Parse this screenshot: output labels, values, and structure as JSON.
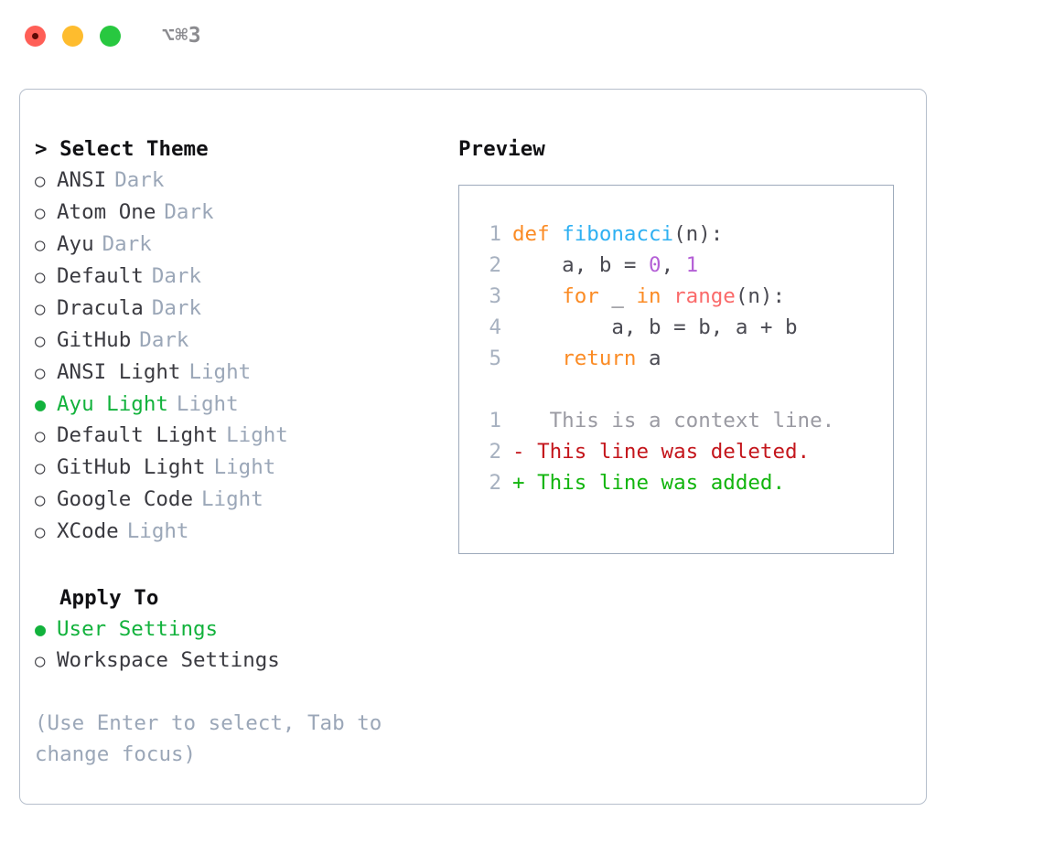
{
  "titlebar": {
    "shortcut": "⌥⌘3",
    "lights": [
      "close-red",
      "minimize-amber",
      "maximize-green"
    ]
  },
  "left": {
    "prompt_prefix": ">",
    "title": "Select Theme",
    "bullet_unselected": "○",
    "bullet_selected": "●",
    "themes": [
      {
        "name": "ANSI",
        "tag": "Dark",
        "selected": false
      },
      {
        "name": "Atom One",
        "tag": "Dark",
        "selected": false
      },
      {
        "name": "Ayu",
        "tag": "Dark",
        "selected": false
      },
      {
        "name": "Default",
        "tag": "Dark",
        "selected": false
      },
      {
        "name": "Dracula",
        "tag": "Dark",
        "selected": false
      },
      {
        "name": "GitHub",
        "tag": "Dark",
        "selected": false
      },
      {
        "name": "ANSI Light",
        "tag": "Light",
        "selected": false
      },
      {
        "name": "Ayu Light",
        "tag": "Light",
        "selected": true
      },
      {
        "name": "Default Light",
        "tag": "Light",
        "selected": false
      },
      {
        "name": "GitHub Light",
        "tag": "Light",
        "selected": false
      },
      {
        "name": "Google Code",
        "tag": "Light",
        "selected": false
      },
      {
        "name": "XCode",
        "tag": "Light",
        "selected": false
      }
    ],
    "apply_to_title": "Apply To",
    "apply_to": [
      {
        "name": "User Settings",
        "selected": true
      },
      {
        "name": "Workspace Settings",
        "selected": false
      }
    ],
    "hint": "(Use Enter to select, Tab to change focus)"
  },
  "right": {
    "title": "Preview",
    "code": [
      {
        "ln": "1",
        "tokens": [
          {
            "t": "def ",
            "c": "kw"
          },
          {
            "t": "fibonacci",
            "c": "fn"
          },
          {
            "t": "(n):",
            "c": "punct"
          }
        ]
      },
      {
        "ln": "2",
        "tokens": [
          {
            "t": "    a, b = ",
            "c": "plain"
          },
          {
            "t": "0",
            "c": "num"
          },
          {
            "t": ", ",
            "c": "plain"
          },
          {
            "t": "1",
            "c": "num"
          }
        ]
      },
      {
        "ln": "3",
        "tokens": [
          {
            "t": "    ",
            "c": "plain"
          },
          {
            "t": "for",
            "c": "kw"
          },
          {
            "t": " _ ",
            "c": "plain"
          },
          {
            "t": "in",
            "c": "kw"
          },
          {
            "t": " ",
            "c": "plain"
          },
          {
            "t": "range",
            "c": "call"
          },
          {
            "t": "(n):",
            "c": "punct"
          }
        ]
      },
      {
        "ln": "4",
        "tokens": [
          {
            "t": "        a, b = b, a + b",
            "c": "plain"
          }
        ]
      },
      {
        "ln": "5",
        "tokens": [
          {
            "t": "    ",
            "c": "plain"
          },
          {
            "t": "return",
            "c": "kw"
          },
          {
            "t": " a",
            "c": "plain"
          }
        ]
      }
    ],
    "diff": [
      {
        "ln": "1",
        "marker": " ",
        "text": "  This is a context line.",
        "kind": "ctx"
      },
      {
        "ln": "2",
        "marker": "-",
        "text": " This line was deleted.",
        "kind": "del"
      },
      {
        "ln": "2",
        "marker": "+",
        "text": " This line was added.",
        "kind": "add"
      }
    ]
  },
  "colors": {
    "accent_green": "#12b23c",
    "muted": "#9ba7b8",
    "keyword": "#fb8b24",
    "function": "#2eb0f2",
    "number": "#b45fd6",
    "builtin": "#fa6a6a",
    "diff_delete": "#c4161c",
    "diff_add": "#12b50e",
    "border": "#9daabb"
  }
}
